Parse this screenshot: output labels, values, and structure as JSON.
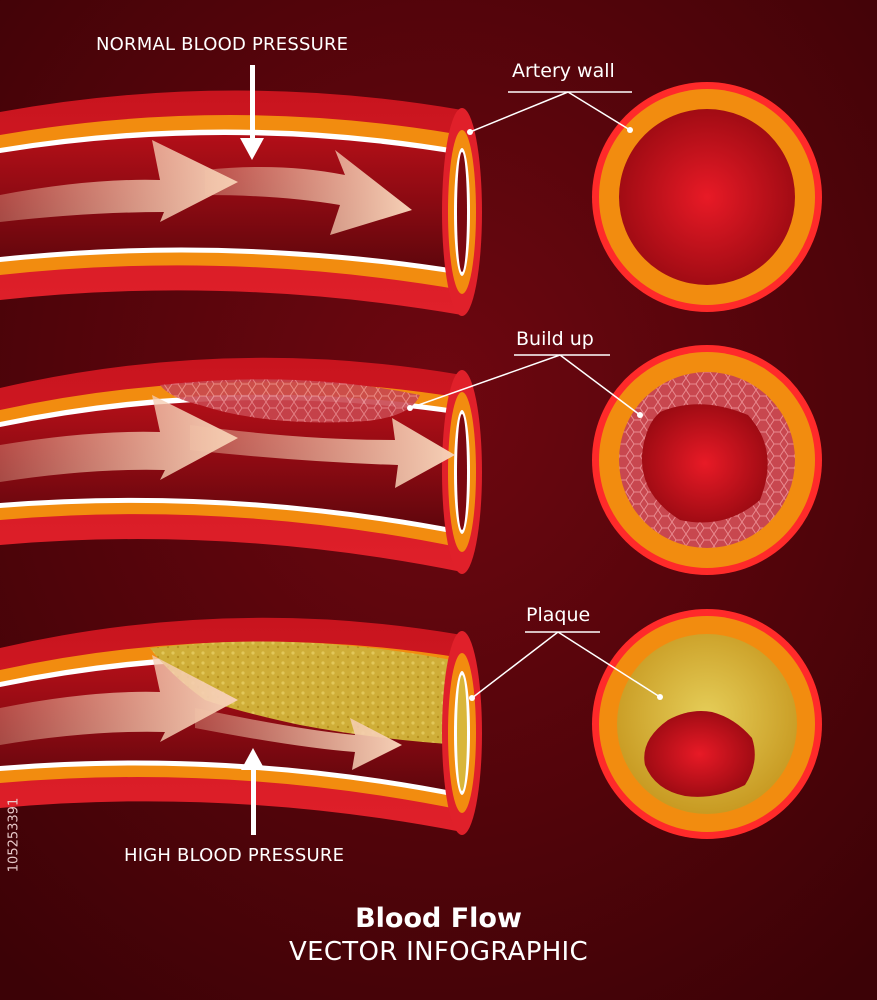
{
  "labels": {
    "normal_pressure": "NORMAL BLOOD PRESSURE",
    "high_pressure": "HIGH BLOOD PRESSURE",
    "artery_wall": "Artery wall",
    "build_up": "Build up",
    "plaque": "Plaque"
  },
  "footer": {
    "title": "Blood Flow",
    "subtitle": "VECTOR INFOGRAPHIC"
  },
  "stock_id": "105253391",
  "colors": {
    "background": "#5a0409",
    "vessel_red": "#d3141e",
    "artery_wall": "#f28c0f",
    "plaque": "#d9b63a",
    "arrow": "#f3c5a8"
  }
}
